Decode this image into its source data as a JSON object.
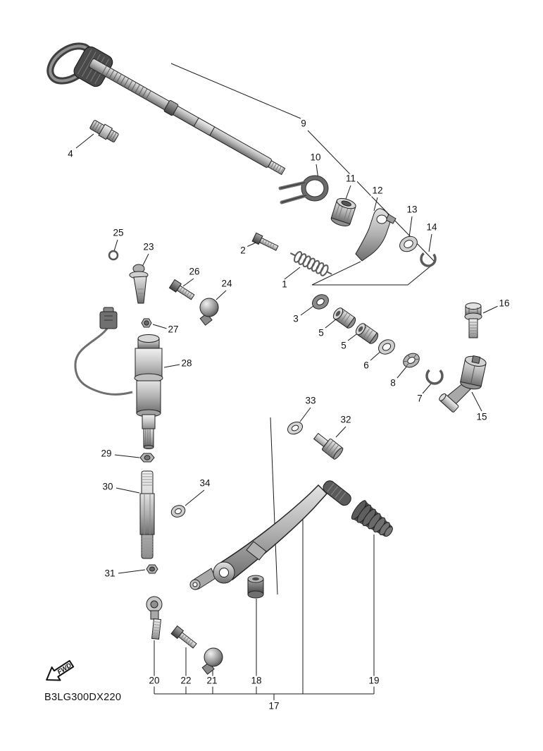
{
  "diagram": {
    "code": "B3LG300DX220",
    "fwd_label": "FWD",
    "background": "#ffffff",
    "line_color": "#1a1a1a"
  },
  "callouts": {
    "n1": "1",
    "n2": "2",
    "n3": "3",
    "n4": "4",
    "n5a": "5",
    "n5b": "5",
    "n6": "6",
    "n7": "7",
    "n8": "8",
    "n9": "9",
    "n10": "10",
    "n11": "11",
    "n12": "12",
    "n13": "13",
    "n14": "14",
    "n15": "15",
    "n16": "16",
    "n17": "17",
    "n18": "18",
    "n19": "19",
    "n20": "20",
    "n21": "21",
    "n22": "22",
    "n23": "23",
    "n24": "24",
    "n25": "25",
    "n26": "26",
    "n27": "27",
    "n28": "28",
    "n29": "29",
    "n30": "30",
    "n31": "31",
    "n32": "32",
    "n33": "33",
    "n34": "34"
  }
}
